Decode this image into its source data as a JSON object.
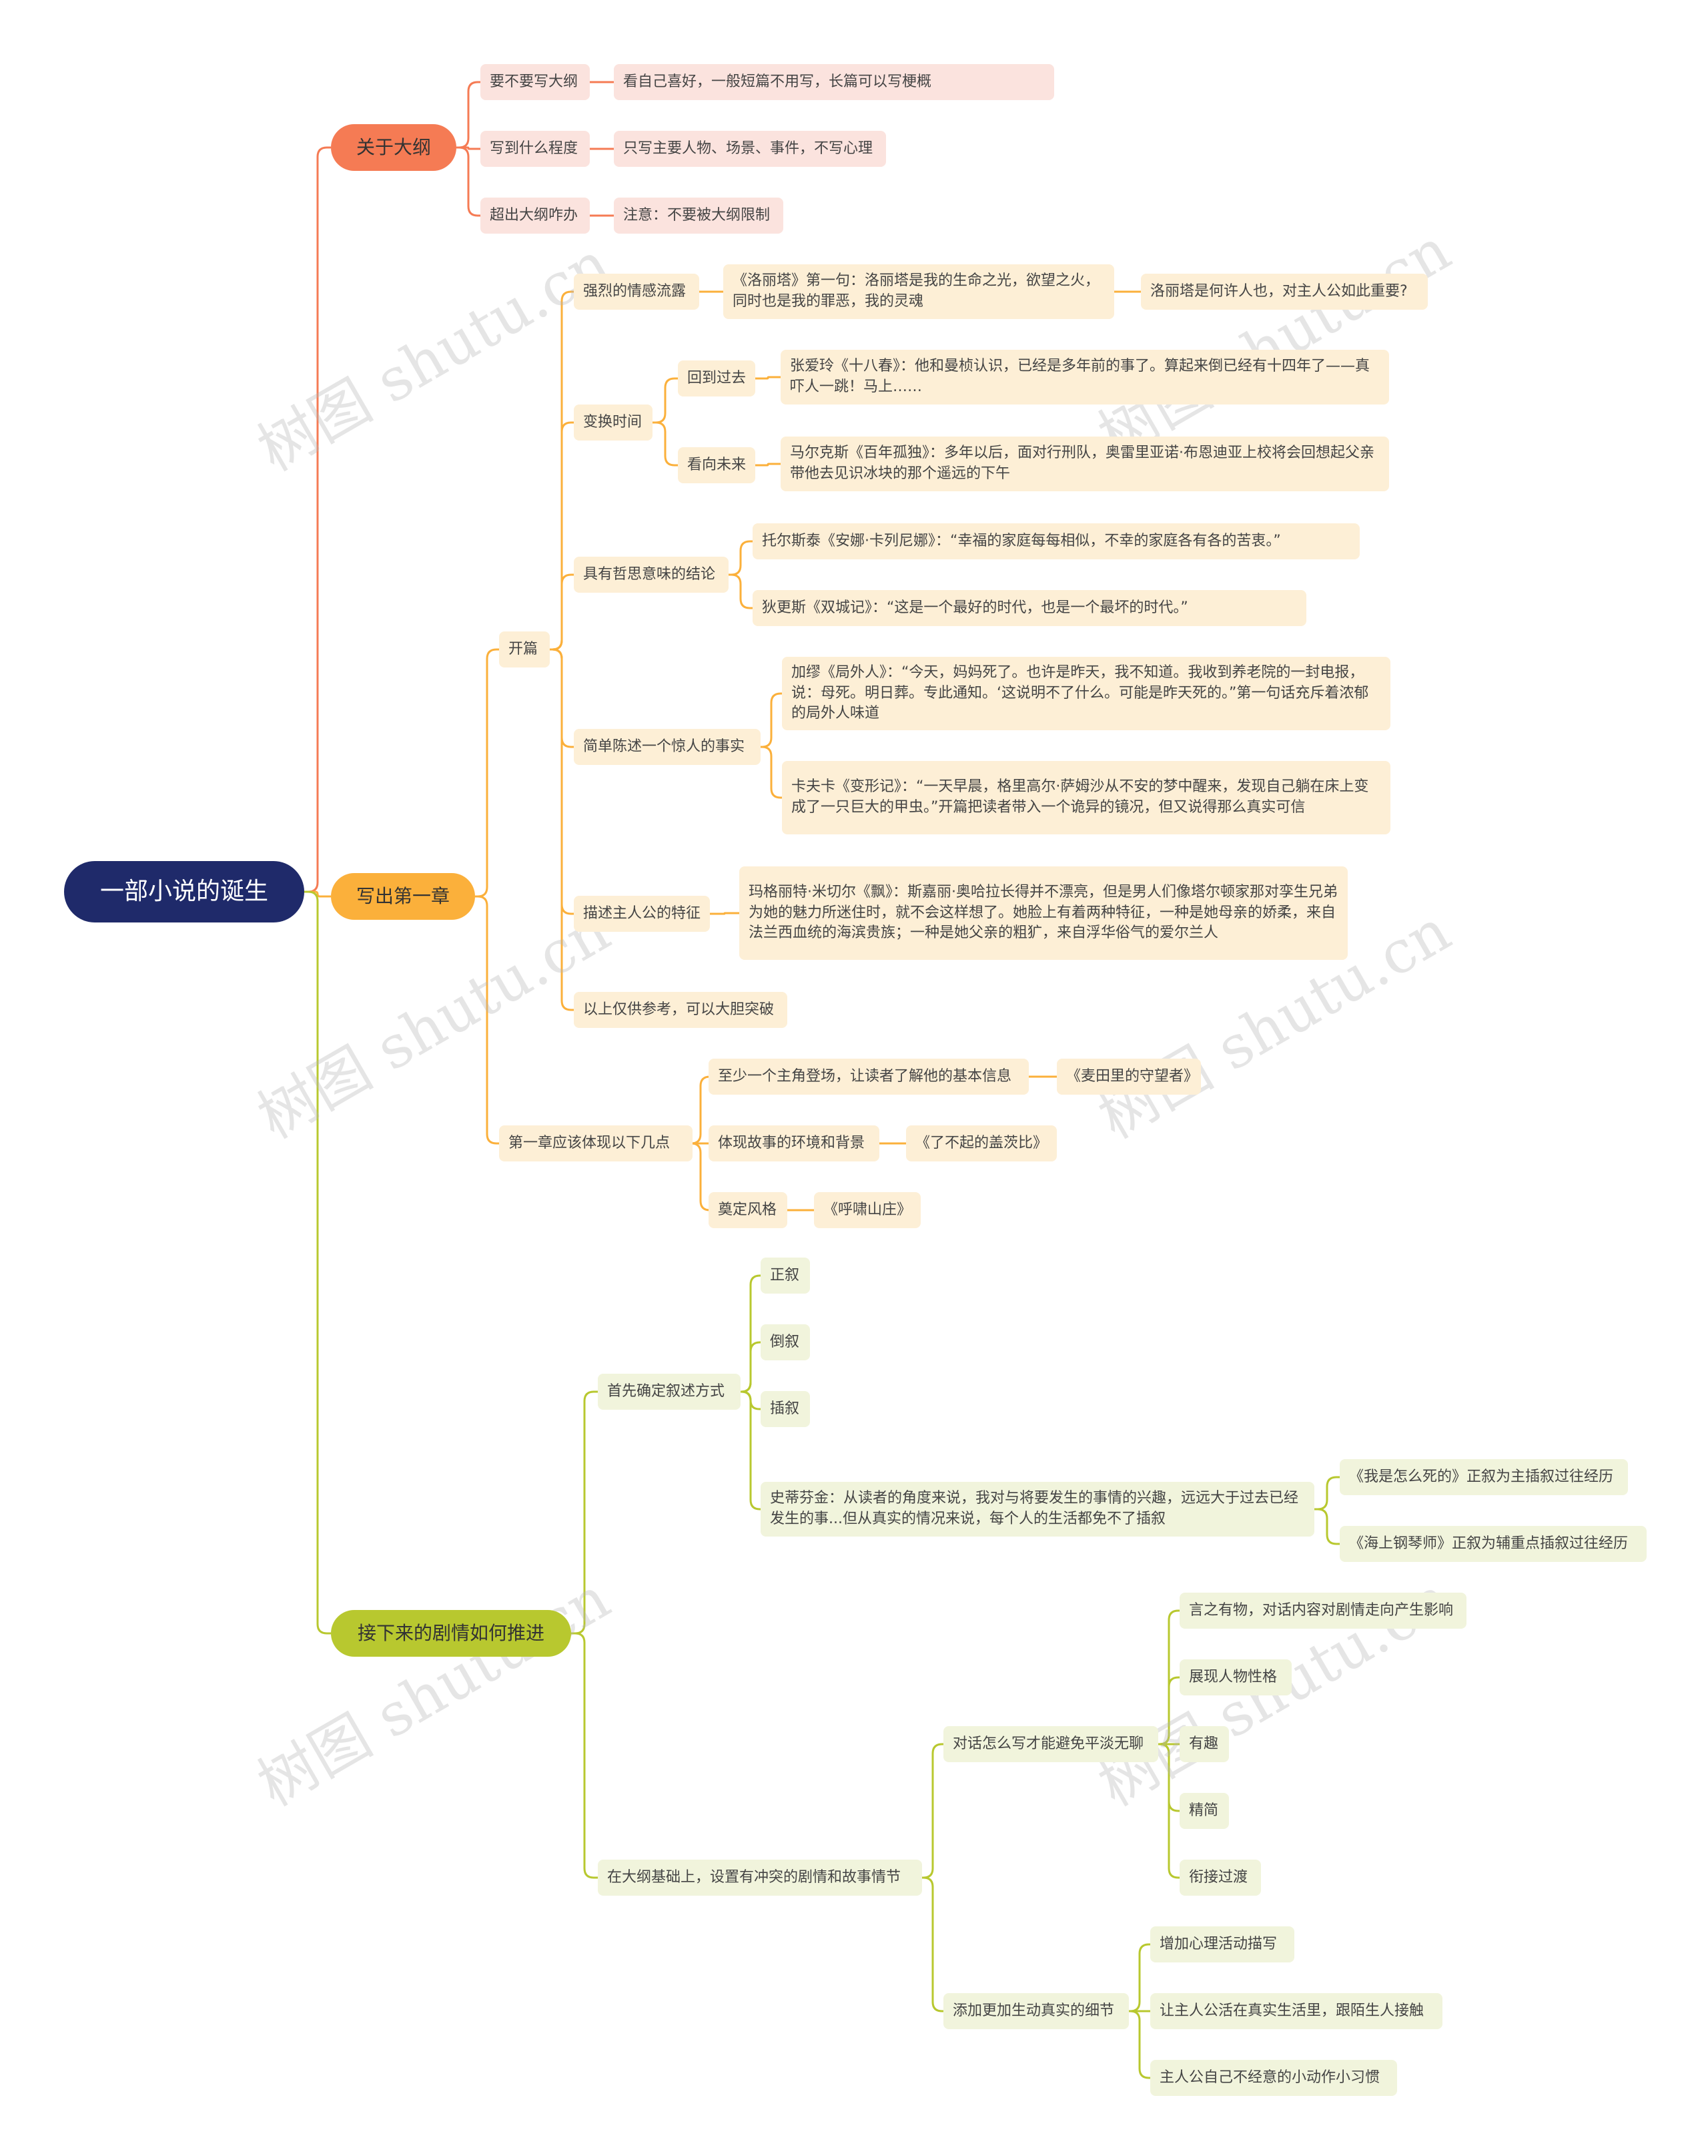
{
  "root": "一部小说的诞生",
  "branches": [
    {
      "label": "关于大纲",
      "color": "#f57b54",
      "items": [
        {
          "label": "要不要写大纲",
          "children": [
            {
              "label": "看自己喜好，一般短篇不用写，长篇可以写梗概"
            }
          ]
        },
        {
          "label": "写到什么程度",
          "children": [
            {
              "label": "只写主要人物、场景、事件，不写心理"
            }
          ]
        },
        {
          "label": "超出大纲咋办",
          "children": [
            {
              "label": "注意：不要被大纲限制"
            }
          ]
        }
      ]
    },
    {
      "label": "写出第一章",
      "color": "#fbb03b",
      "items": [
        {
          "label": "开篇",
          "children": [
            {
              "label": "强烈的情感流露",
              "children": [
                {
                  "label": "《洛丽塔》第一句：洛丽塔是我的生命之光，欲望之火，同时也是我的罪恶，我的灵魂",
                  "children": [
                    {
                      "label": "洛丽塔是何许人也，对主人公如此重要?"
                    }
                  ]
                }
              ]
            },
            {
              "label": "变换时间",
              "children": [
                {
                  "label": "回到过去",
                  "children": [
                    {
                      "label": "张爱玲《十八春》：他和曼桢认识，已经是多年前的事了。算起来倒已经有十四年了——真吓人一跳！马上……"
                    }
                  ]
                },
                {
                  "label": "看向未来",
                  "children": [
                    {
                      "label": "马尔克斯《百年孤独》：多年以后，面对行刑队，奥雷里亚诺·布恩迪亚上校将会回想起父亲带他去见识冰块的那个遥远的下午"
                    }
                  ]
                }
              ]
            },
            {
              "label": "具有哲思意味的结论",
              "children": [
                {
                  "label": "托尔斯泰《安娜·卡列尼娜》：“幸福的家庭每每相似，不幸的家庭各有各的苦衷。”"
                },
                {
                  "label": "狄更斯《双城记》：“这是一个最好的时代，也是一个最坏的时代。”"
                }
              ]
            },
            {
              "label": "简单陈述一个惊人的事实",
              "children": [
                {
                  "label": "加缪《局外人》：“今天，妈妈死了。也许是昨天，我不知道。我收到养老院的一封电报，说：母死。明日葬。专此通知。‘这说明不了什么。可能是昨天死的。”第一句话充斥着浓郁的局外人味道"
                },
                {
                  "label": "卡夫卡《变形记》：“一天早晨，格里高尔·萨姆沙从不安的梦中醒来，发现自己躺在床上变成了一只巨大的甲虫。”开篇把读者带入一个诡异的镜况，但又说得那么真实可信"
                }
              ]
            },
            {
              "label": "描述主人公的特征",
              "children": [
                {
                  "label": "玛格丽特·米切尔《飘》：斯嘉丽·奥哈拉长得并不漂亮，但是男人们像塔尔顿家那对孪生兄弟为她的魅力所迷住时，就不会这样想了。她脸上有着两种特征，一种是她母亲的娇柔，来自法兰西血统的海滨贵族；一种是她父亲的粗犷，来自浮华俗气的爱尔兰人"
                }
              ]
            },
            {
              "label": "以上仅供参考，可以大胆突破"
            }
          ]
        },
        {
          "label": "第一章应该体现以下几点",
          "children": [
            {
              "label": "至少一个主角登场，让读者了解他的基本信息",
              "children": [
                {
                  "label": "《麦田里的守望者》"
                }
              ]
            },
            {
              "label": "体现故事的环境和背景",
              "children": [
                {
                  "label": "《了不起的盖茨比》"
                }
              ]
            },
            {
              "label": "奠定风格",
              "children": [
                {
                  "label": "《呼啸山庄》"
                }
              ]
            }
          ]
        }
      ]
    },
    {
      "label": "接下来的剧情如何推进",
      "color": "#b8c82f",
      "items": [
        {
          "label": "首先确定叙述方式",
          "children": [
            {
              "label": "正叙"
            },
            {
              "label": "倒叙"
            },
            {
              "label": "插叙"
            },
            {
              "label": "史蒂芬金：从读者的角度来说，我对与将要发生的事情的兴趣，远远大于过去已经发生的事...但从真实的情况来说，每个人的生活都免不了插叙",
              "children": [
                {
                  "label": "《我是怎么死的》正叙为主插叙过往经历"
                },
                {
                  "label": "《海上钢琴师》正叙为辅重点插叙过往经历"
                }
              ]
            }
          ]
        },
        {
          "label": "在大纲基础上，设置有冲突的剧情和故事情节",
          "children": [
            {
              "label": "对话怎么写才能避免平淡无聊",
              "children": [
                {
                  "label": "言之有物，对话内容对剧情走向产生影响"
                },
                {
                  "label": "展现人物性格"
                },
                {
                  "label": "有趣"
                },
                {
                  "label": "精简"
                },
                {
                  "label": "衔接过渡"
                }
              ]
            },
            {
              "label": "添加更加生动真实的细节",
              "children": [
                {
                  "label": "增加心理活动描写"
                },
                {
                  "label": "让主人公活在真实生活里，跟陌生人接触"
                },
                {
                  "label": "主人公自己不经意的小动作小习惯"
                }
              ]
            }
          ]
        }
      ]
    }
  ],
  "watermark": "树图 shutu.cn"
}
